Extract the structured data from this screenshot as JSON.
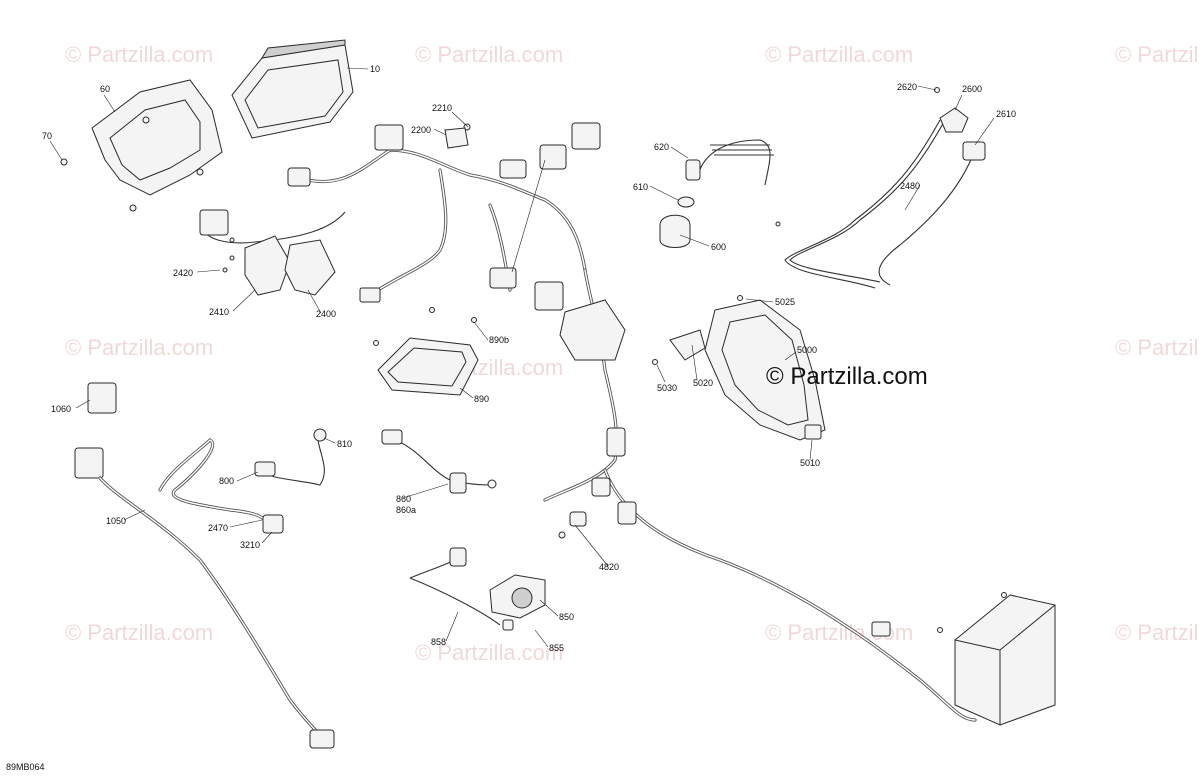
{
  "figure_code": "89MB064",
  "watermark_text": "© Partzilla.com",
  "watermark_center_text": "© Partzilla.com",
  "callouts": [
    "10",
    "60",
    "70",
    "2210",
    "2200",
    "620",
    "610",
    "600",
    "2620",
    "2600",
    "2610",
    "2480",
    "2420",
    "2410",
    "2400",
    "890b",
    "890",
    "5025",
    "5000",
    "5020",
    "5030",
    "5010",
    "1060",
    "810",
    "800",
    "860",
    "860a",
    "2470",
    "3210",
    "1050",
    "4820",
    "850",
    "855",
    "858"
  ]
}
